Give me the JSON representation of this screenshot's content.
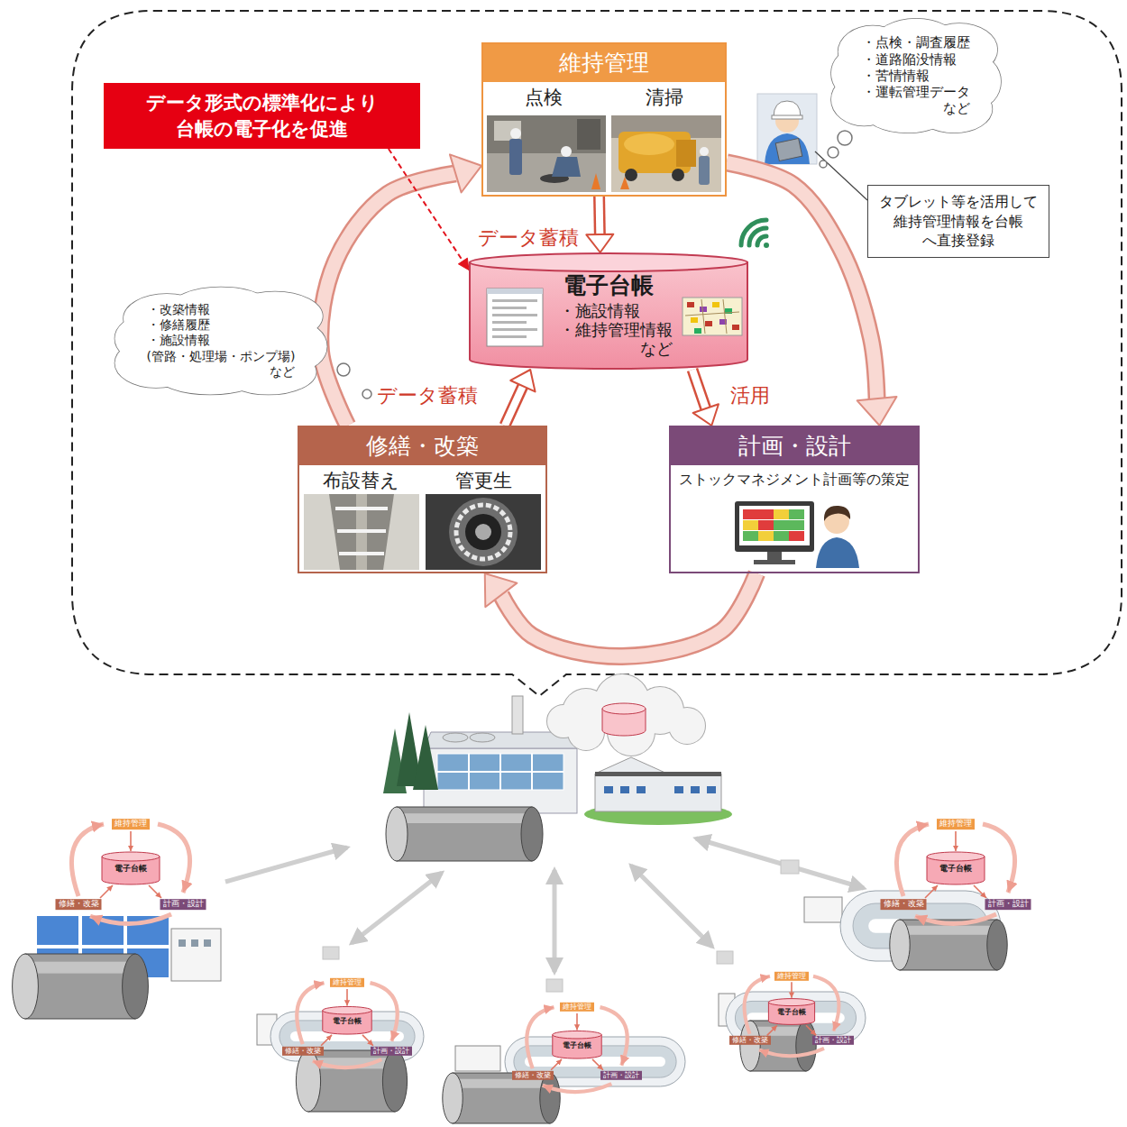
{
  "diagram": {
    "nodes": [
      {
        "text": [
          "維持管理",
          "点検",
          "清掃"
        ]
      },
      {
        "text": [
          "電子台帳",
          "・施設情報",
          "・維持管理情報",
          "など"
        ]
      },
      {
        "text": [
          "修繕・改築",
          "布設替え",
          "管更生"
        ]
      },
      {
        "text": [
          "計画・設計",
          "ストックマネジメント計画等の策定"
        ]
      },
      {
        "text": [
          "データ形式の標準化により 台帳の電子化を促進"
        ]
      },
      {
        "text": [
          "・点検・調査履歴",
          "・道路陥没情報",
          "・苦情情報",
          "・運転管理データ",
          "など"
        ]
      },
      {
        "text": [
          "タブレット等を活用して 維持管理情報を台帳 へ直接登録"
        ]
      },
      {
        "text": [
          "・改築情報",
          "・修繕履歴",
          "・施設情報",
          "(管路・処理場・ポンプ場)",
          "など"
        ]
      }
    ],
    "edges": [
      {
        "from": 0,
        "to": 1,
        "arrow": "to",
        "label": "データ蓄積"
      },
      {
        "from": 2,
        "to": 1,
        "arrow": "to",
        "label": "データ蓄積"
      },
      {
        "from": 1,
        "to": 3,
        "arrow": "to",
        "label": "活用"
      },
      {
        "from": 0,
        "to": 3,
        "arrow": "to"
      },
      {
        "from": 3,
        "to": 2,
        "arrow": "to"
      },
      {
        "from": 2,
        "to": 0,
        "arrow": "to"
      },
      {
        "from": 4,
        "to": 1,
        "arrow": "to"
      }
    ],
    "labels": [
      "維持管理",
      "電子台帳",
      "修繕・改築",
      "計画・設計",
      "維持管理",
      "電子台帳",
      "修繕・改築",
      "計画・設計",
      "維持管理",
      "電子台帳",
      "修繕・改築",
      "計画・設計",
      "維持管理",
      "電子台帳",
      "修繕・改築",
      "計画・設計",
      "維持管理",
      "電子台帳",
      "修繕・改築",
      "計画・設計"
    ]
  }
}
